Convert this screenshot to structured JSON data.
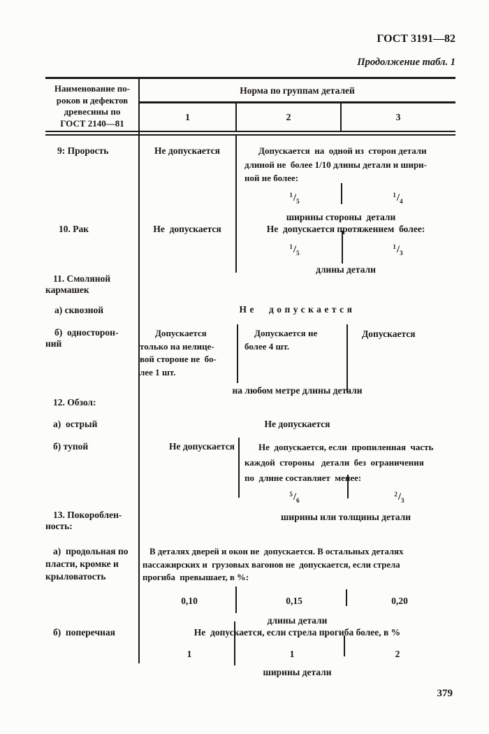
{
  "page": {
    "doc_number": "ГОСТ 3191—82",
    "continuation": "Продолжение табл. 1",
    "page_number": "379"
  },
  "table": {
    "header": {
      "defects_column": "Наименование по-\nроков и дефектов\nдревесины по\nГОСТ 2140—81",
      "norm_column": "Норма по группам деталей",
      "groups": [
        "1",
        "2",
        "3"
      ]
    },
    "rows": {
      "r9": {
        "label": "9: Прорость",
        "col1": "Не допускается",
        "text": "Допускается  на  одной из  сторон детали\nдлиной не  более 1/10 длины детали и шири-\nной не более:",
        "frac2": "1/5",
        "frac3": "1/4",
        "caption": "ширины стороны  детали"
      },
      "r10": {
        "label": "10. Рак",
        "col1": "Не  допускается",
        "text": "Не  допускается протяжением  более:",
        "frac2": "1/5",
        "frac3": "1/3",
        "caption": "длины детали"
      },
      "r11": {
        "label": "11. Смоляной\nкармашек",
        "a_label": "а) сквозной",
        "a_text": "Не допускается",
        "b_label": "б)  односторон-\nний",
        "b_col1": "Допускается\nтолько на нелице-\nвой стороне не  бо-\nлее 1 шт.",
        "b_col2": "Допускается не\nболее 4 шт.",
        "b_col3": "Допускается",
        "b_caption": "на любом метре длины детали"
      },
      "r12": {
        "label": "12. Обзол:",
        "a_label": "а)  острый",
        "a_text": "Не допускается",
        "b_label": "б) тупой",
        "b_col1": "Не допускается",
        "b_text": "Не  допускается, если  пропиленная  часть\nкаждой  стороны   детали  без  ограничения\nпо  длине составляет  менее:",
        "frac2": "5/6",
        "frac3": "2/3",
        "caption": "ширины или толщины детали"
      },
      "r13": {
        "label": "13. Покороблен-\nность:",
        "a_label": "а)  продольная по\nпласти, кромке и\nкрыловатость",
        "a_text": "В деталях дверей и окон не  допускается. В остальных деталях\nпассажирских и  грузовых вагонов не  допускается, если стрела\nпрогиба  превышает, в %:",
        "a_values": [
          "0,10",
          "0,15",
          "0,20"
        ],
        "a_caption": "длины детали",
        "b_label": "б)  поперечная",
        "b_text": "Не  допускается, если стрела прогиба более, в %",
        "b_values": [
          "1",
          "1",
          "2"
        ],
        "b_caption": "ширины детали"
      }
    }
  }
}
